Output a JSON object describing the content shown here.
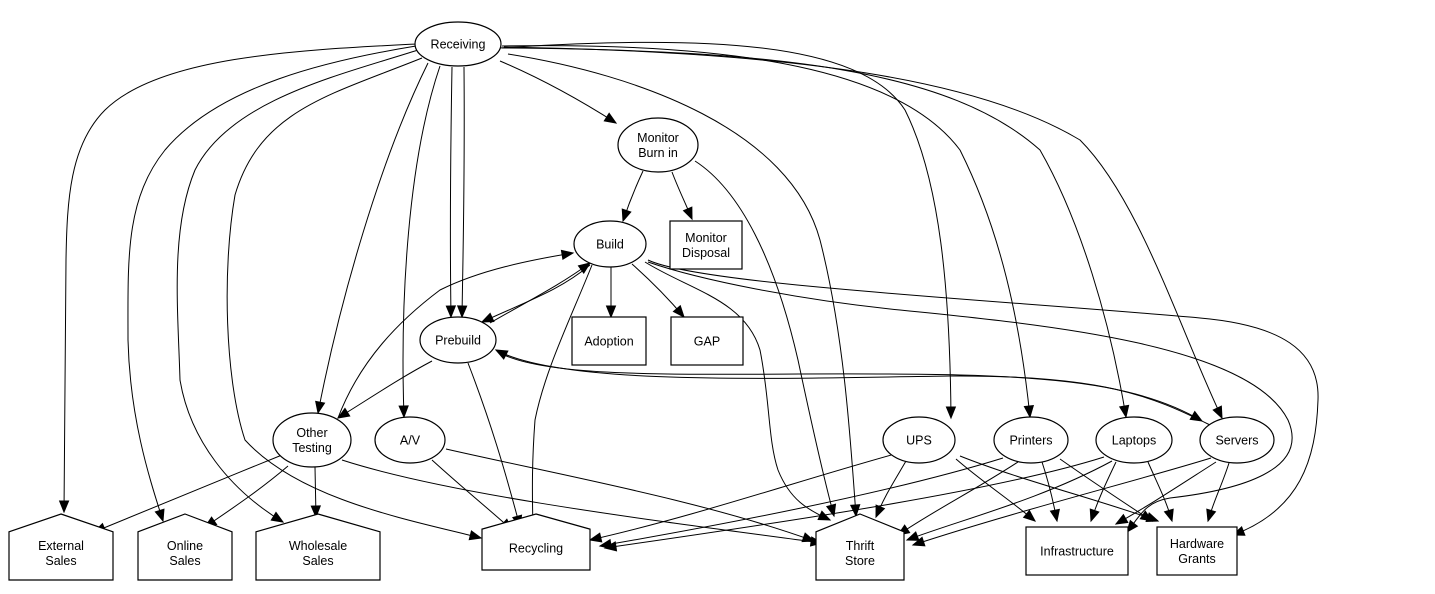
{
  "diagram": {
    "type": "directed-graph",
    "colors": {
      "background": "#ffffff",
      "stroke": "#000000",
      "text": "#000000"
    },
    "nodes": [
      {
        "id": "receiving",
        "shape": "ellipse",
        "lines": [
          "Receiving"
        ]
      },
      {
        "id": "monitor-burn-in",
        "shape": "ellipse",
        "lines": [
          "Monitor",
          "Burn in"
        ]
      },
      {
        "id": "build",
        "shape": "ellipse",
        "lines": [
          "Build"
        ]
      },
      {
        "id": "monitor-disposal",
        "shape": "box",
        "lines": [
          "Monitor",
          "Disposal"
        ]
      },
      {
        "id": "prebuild",
        "shape": "ellipse",
        "lines": [
          "Prebuild"
        ]
      },
      {
        "id": "adoption",
        "shape": "box",
        "lines": [
          "Adoption"
        ]
      },
      {
        "id": "gap",
        "shape": "box",
        "lines": [
          "GAP"
        ]
      },
      {
        "id": "other-testing",
        "shape": "ellipse",
        "lines": [
          "Other",
          "Testing"
        ]
      },
      {
        "id": "av",
        "shape": "ellipse",
        "lines": [
          "A/V"
        ]
      },
      {
        "id": "ups",
        "shape": "ellipse",
        "lines": [
          "UPS"
        ]
      },
      {
        "id": "printers",
        "shape": "ellipse",
        "lines": [
          "Printers"
        ]
      },
      {
        "id": "laptops",
        "shape": "ellipse",
        "lines": [
          "Laptops"
        ]
      },
      {
        "id": "servers",
        "shape": "ellipse",
        "lines": [
          "Servers"
        ]
      },
      {
        "id": "external-sales",
        "shape": "house",
        "lines": [
          "External",
          "Sales"
        ]
      },
      {
        "id": "online-sales",
        "shape": "house",
        "lines": [
          "Online",
          "Sales"
        ]
      },
      {
        "id": "wholesale-sales",
        "shape": "house",
        "lines": [
          "Wholesale",
          "Sales"
        ]
      },
      {
        "id": "recycling",
        "shape": "house",
        "lines": [
          "Recycling"
        ]
      },
      {
        "id": "thrift-store",
        "shape": "house",
        "lines": [
          "Thrift",
          "Store"
        ]
      },
      {
        "id": "infrastructure",
        "shape": "box",
        "lines": [
          "Infrastructure"
        ]
      },
      {
        "id": "hardware-grants",
        "shape": "box",
        "lines": [
          "Hardware",
          "Grants"
        ]
      }
    ],
    "edges": [
      {
        "from": "receiving",
        "to": "monitor-burn-in"
      },
      {
        "from": "receiving",
        "to": "external-sales"
      },
      {
        "from": "receiving",
        "to": "online-sales"
      },
      {
        "from": "receiving",
        "to": "wholesale-sales"
      },
      {
        "from": "receiving",
        "to": "recycling"
      },
      {
        "from": "receiving",
        "to": "other-testing"
      },
      {
        "from": "receiving",
        "to": "av"
      },
      {
        "from": "receiving",
        "to": "prebuild"
      },
      {
        "from": "receiving",
        "to": "prebuild"
      },
      {
        "from": "receiving",
        "to": "thrift-store"
      },
      {
        "from": "receiving",
        "to": "ups"
      },
      {
        "from": "receiving",
        "to": "printers"
      },
      {
        "from": "receiving",
        "to": "laptops"
      },
      {
        "from": "receiving",
        "to": "servers"
      },
      {
        "from": "monitor-burn-in",
        "to": "build"
      },
      {
        "from": "monitor-burn-in",
        "to": "monitor-disposal"
      },
      {
        "from": "monitor-burn-in",
        "to": "thrift-store"
      },
      {
        "from": "build",
        "to": "adoption"
      },
      {
        "from": "build",
        "to": "gap"
      },
      {
        "from": "build",
        "to": "prebuild"
      },
      {
        "from": "build",
        "to": "thrift-store"
      },
      {
        "from": "build",
        "to": "recycling"
      },
      {
        "from": "build",
        "to": "infrastructure"
      },
      {
        "from": "build",
        "to": "hardware-grants"
      },
      {
        "from": "prebuild",
        "to": "build"
      },
      {
        "from": "prebuild",
        "to": "other-testing"
      },
      {
        "from": "prebuild",
        "to": "recycling"
      },
      {
        "from": "prebuild",
        "to": "servers"
      },
      {
        "from": "servers",
        "to": "prebuild"
      },
      {
        "from": "other-testing",
        "to": "build"
      },
      {
        "from": "other-testing",
        "to": "external-sales"
      },
      {
        "from": "other-testing",
        "to": "online-sales"
      },
      {
        "from": "other-testing",
        "to": "wholesale-sales"
      },
      {
        "from": "other-testing",
        "to": "thrift-store"
      },
      {
        "from": "av",
        "to": "recycling"
      },
      {
        "from": "av",
        "to": "thrift-store"
      },
      {
        "from": "ups",
        "to": "recycling"
      },
      {
        "from": "ups",
        "to": "thrift-store"
      },
      {
        "from": "ups",
        "to": "infrastructure"
      },
      {
        "from": "ups",
        "to": "hardware-grants"
      },
      {
        "from": "printers",
        "to": "recycling"
      },
      {
        "from": "printers",
        "to": "thrift-store"
      },
      {
        "from": "printers",
        "to": "infrastructure"
      },
      {
        "from": "printers",
        "to": "hardware-grants"
      },
      {
        "from": "laptops",
        "to": "recycling"
      },
      {
        "from": "laptops",
        "to": "thrift-store"
      },
      {
        "from": "laptops",
        "to": "infrastructure"
      },
      {
        "from": "laptops",
        "to": "hardware-grants"
      },
      {
        "from": "servers",
        "to": "thrift-store"
      },
      {
        "from": "servers",
        "to": "infrastructure"
      },
      {
        "from": "servers",
        "to": "hardware-grants"
      }
    ]
  }
}
